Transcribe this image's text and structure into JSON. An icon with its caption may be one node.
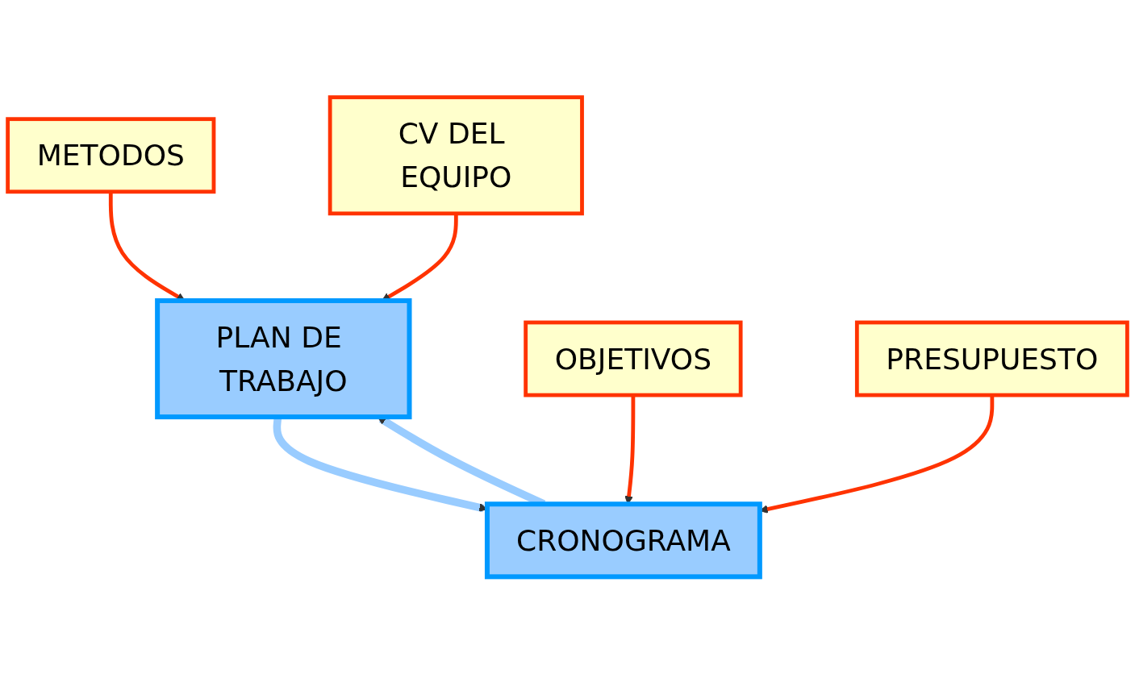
{
  "diagram": {
    "nodes": [
      {
        "text": [
          "METODOS"
        ]
      },
      {
        "text": [
          "CV DEL EQUIPO"
        ]
      },
      {
        "text": [
          "PLAN DE TRABAJO"
        ]
      },
      {
        "text": [
          "CRONOGRAMA"
        ]
      },
      {
        "text": [
          "OBJETIVOS"
        ]
      },
      {
        "text": [
          "PRESUPUESTO"
        ]
      }
    ],
    "edges": [
      {
        "from": 0,
        "to": 2,
        "arrow": "to"
      },
      {
        "from": 1,
        "to": 2,
        "arrow": "to"
      },
      {
        "from": 3,
        "to": 2,
        "arrow": "to",
        "style": "thick",
        "color": "#99ccff"
      },
      {
        "from": 2,
        "to": 3,
        "arrow": "to",
        "style": "thick",
        "color": "#99ccff"
      },
      {
        "from": 4,
        "to": 3,
        "arrow": "to"
      },
      {
        "from": 5,
        "to": 3,
        "arrow": "to"
      }
    ]
  }
}
